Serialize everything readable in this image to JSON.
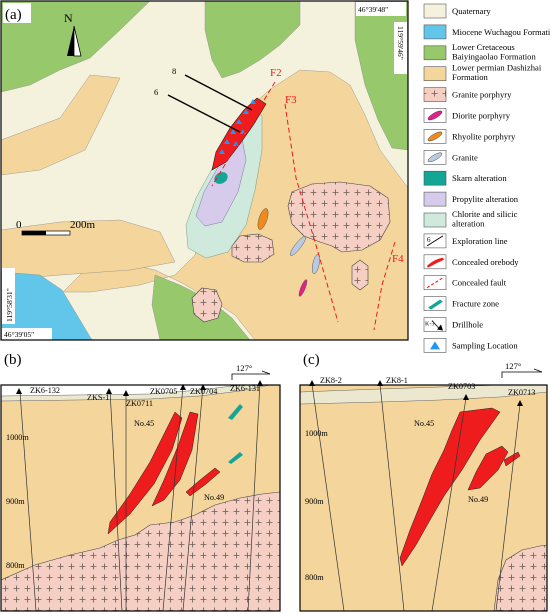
{
  "panel_a": {
    "label": "(a)",
    "north": "N",
    "scale_start": "0",
    "scale_end": "200m",
    "coords": {
      "top_lat": "46°39'48\"",
      "top_lon": "119°59'46\"",
      "bottom_lat": "46°39'05\"",
      "bottom_lon": "119°58'31\""
    },
    "lines": [
      "8",
      "6"
    ],
    "faults": [
      "F2",
      "F3",
      "F4"
    ]
  },
  "legend": [
    {
      "label": "Quaternary",
      "color": "#f4f2dc",
      "icon": "plain-swatch-icon"
    },
    {
      "label": "Miocene Wuchagou Formation",
      "color": "#62c6ea",
      "icon": "plain-swatch-icon"
    },
    {
      "label": "Lower Cretaceous Baiyingaolao Formation",
      "color": "#97c96c",
      "icon": "plain-swatch-icon"
    },
    {
      "label": "Lower permian Dashizhai Formation",
      "color": "#f4d59c",
      "icon": "plain-swatch-icon"
    },
    {
      "label": "Granite porphyry",
      "color": "#f6cfc4",
      "icon": "cross-pattern-icon"
    },
    {
      "label": "Diorite porphyry",
      "color": "#e2218c",
      "icon": "lens-icon"
    },
    {
      "label": "Rhyolite porphyry",
      "color": "#f08a1e",
      "icon": "lens-icon"
    },
    {
      "label": "Granite",
      "color": "#b9cbe3",
      "icon": "lens-icon"
    },
    {
      "label": "Skarn alteration",
      "color": "#13a595",
      "icon": "plain-swatch-icon"
    },
    {
      "label": "Propylite alteration",
      "color": "#d6cbea",
      "icon": "plain-swatch-icon"
    },
    {
      "label": "Chlorite and silicic alteration",
      "color": "#cfeadc",
      "icon": "plain-swatch-icon"
    },
    {
      "label": "Exploration line",
      "color": "#000000",
      "icon": "exploration-line-icon"
    },
    {
      "label": "Concealed orebody",
      "color": "#ee1c1c",
      "icon": "orebody-icon"
    },
    {
      "label": "Concealed fault",
      "color": "#ee1c1c",
      "icon": "dashed-fault-icon"
    },
    {
      "label": "Fracture zone",
      "color": "#13a595",
      "icon": "fracture-icon"
    },
    {
      "label": "Drillhole",
      "color": "#000000",
      "icon": "drillhole-icon"
    },
    {
      "label": "Sampling Location",
      "color": "#2196f3",
      "icon": "triangle-icon"
    }
  ],
  "legend_drill_sample": "K-3",
  "panel_b": {
    "label": "(b)",
    "azimuth": "127°",
    "elevations": [
      "1000m",
      "900m",
      "800m"
    ],
    "drillholes": [
      "ZK6-132",
      "ZKS-1",
      "ZK0711",
      "ZK0705",
      "ZK0704",
      "ZK6-131"
    ],
    "orebodies": [
      "No.45",
      "No.49"
    ]
  },
  "panel_c": {
    "label": "(c)",
    "azimuth": "127°",
    "elevations": [
      "1000m",
      "900m",
      "800m"
    ],
    "drillholes": [
      "ZK8-2",
      "ZK8-1",
      "ZK0703",
      "ZK0713"
    ],
    "orebodies": [
      "No.45",
      "No.49"
    ]
  }
}
